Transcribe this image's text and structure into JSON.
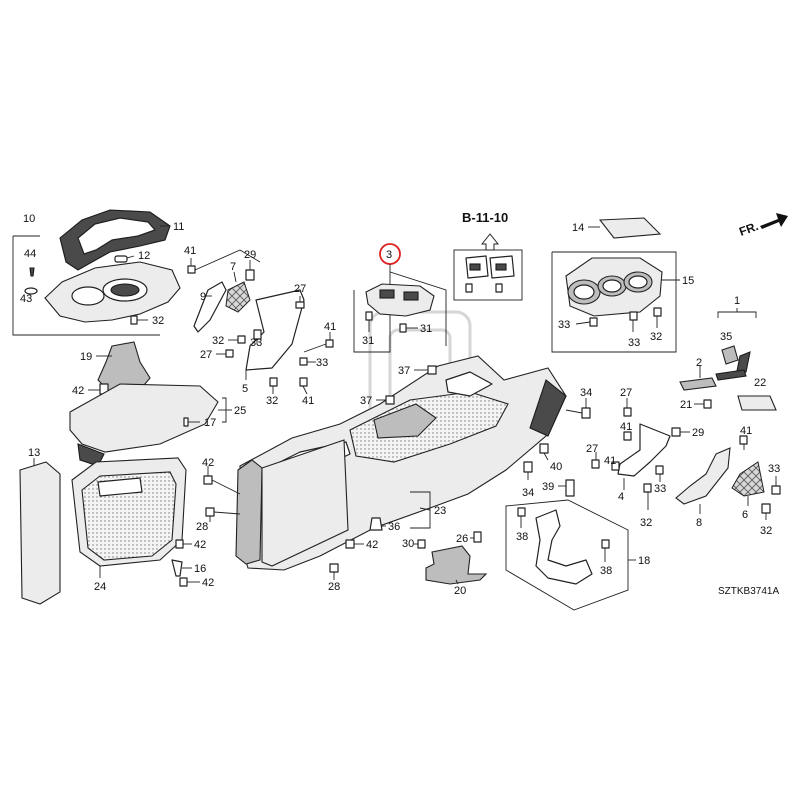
{
  "diagram": {
    "reference_label": "B-11-10",
    "diagram_code": "SZTKB3741A",
    "direction_label": "FR.",
    "highlighted_callout": "3",
    "callouts": {
      "c1": "1",
      "c2": "2",
      "c3": "3",
      "c4": "4",
      "c5": "5",
      "c6": "6",
      "c7": "7",
      "c8": "8",
      "c9": "9",
      "c10": "10",
      "c11": "11",
      "c12": "12",
      "c13": "13",
      "c14": "14",
      "c15": "15",
      "c16": "16",
      "c17": "17",
      "c18": "18",
      "c19": "19",
      "c20": "20",
      "c21": "21",
      "c22": "22",
      "c23": "23",
      "c24": "24",
      "c25": "25",
      "c26": "26",
      "c27": "27",
      "c28": "28",
      "c29": "29",
      "c30": "30",
      "c31": "31",
      "c32": "32",
      "c33": "33",
      "c34": "34",
      "c35": "35",
      "c36": "36",
      "c37": "37",
      "c38": "38",
      "c39": "39",
      "c40": "40",
      "c41": "41",
      "c42": "42",
      "c43": "43",
      "c44": "44"
    }
  }
}
